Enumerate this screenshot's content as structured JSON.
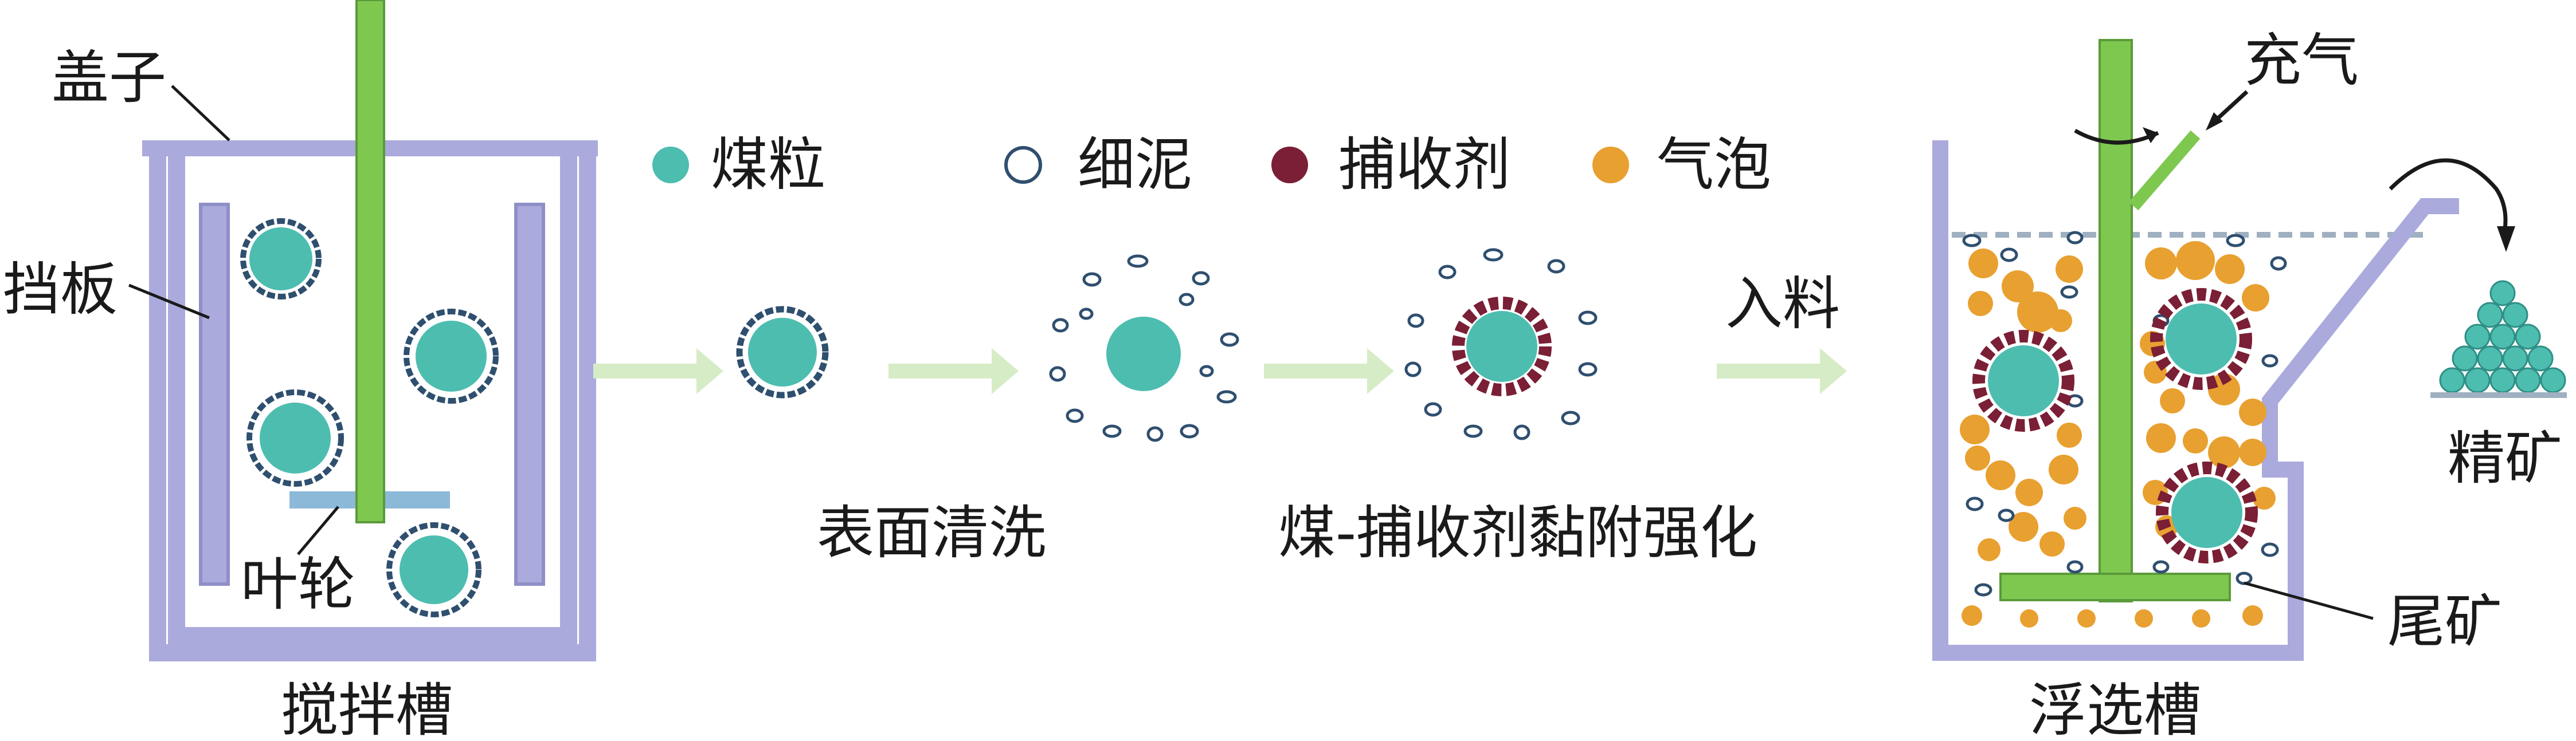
{
  "labels": {
    "lid": "盖子",
    "baffle": "挡板",
    "impeller": "叶轮",
    "stir_tank": "搅拌槽",
    "surface_cleaning": "表面清洗",
    "adhesion": "煤-捕收剂黏附强化",
    "feed": "入料",
    "aeration": "充气",
    "concentrate": "精矿",
    "tailings": "尾矿",
    "flotation_tank": "浮选槽"
  },
  "legend": [
    {
      "key": "coal",
      "label": "煤粒"
    },
    {
      "key": "slime",
      "label": "细泥"
    },
    {
      "key": "collector",
      "label": "捕收剂"
    },
    {
      "key": "bubble",
      "label": "气泡"
    }
  ],
  "colors": {
    "coal": "#4dbdb0",
    "slime_stroke": "#2f4f6f",
    "collector": "#7a1f35",
    "bubble": "#e8a030",
    "tank": "#aaaadd",
    "shaft": "#7ec850",
    "arrow": "#d6ecc6",
    "water_line": "#9fb0c0"
  }
}
